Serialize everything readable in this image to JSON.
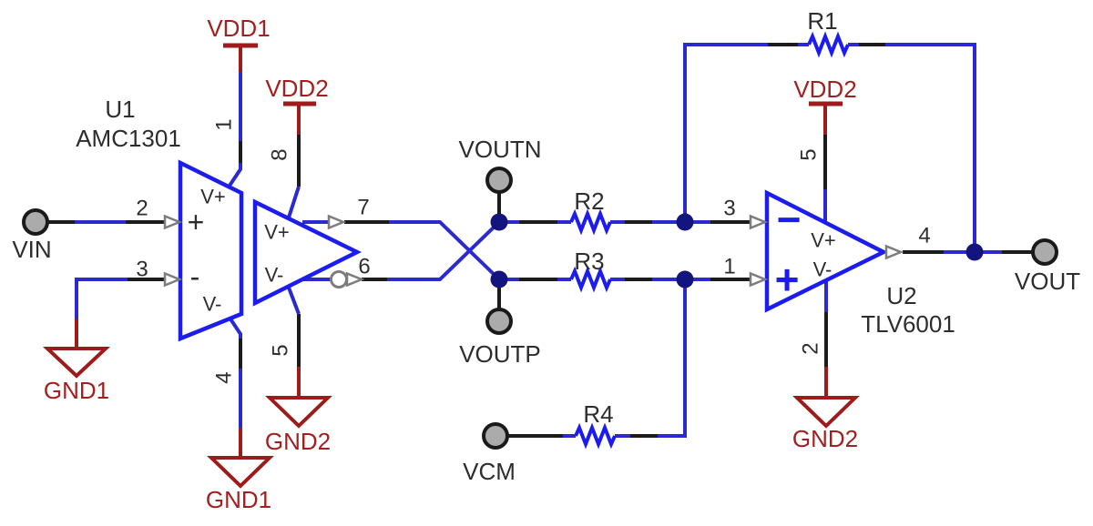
{
  "schematic": {
    "components": {
      "u1": {
        "designator": "U1",
        "part": "AMC1301",
        "labels": {
          "v_plus": "V+",
          "v_minus": "V-",
          "in_plus": "+",
          "in_minus": "-"
        },
        "pins": {
          "vdd1": "1",
          "vinp": "2",
          "vinn": "3",
          "gnd1": "4",
          "gnd2": "5",
          "voutn": "6",
          "voutp": "7",
          "vdd2": "8"
        }
      },
      "u2": {
        "designator": "U2",
        "part": "TLV6001",
        "labels": {
          "v_plus": "V+",
          "v_minus": "V-",
          "minus": "−",
          "plus": "+"
        },
        "pins": {
          "inp": "1",
          "gnd": "2",
          "inn": "3",
          "out": "4",
          "vdd": "5"
        }
      },
      "resistors": {
        "r1": "R1",
        "r2": "R2",
        "r3": "R3",
        "r4": "R4"
      }
    },
    "nets": {
      "vdd1": "VDD1",
      "vdd2": "VDD2",
      "gnd1": "GND1",
      "gnd2": "GND2"
    },
    "terminals": {
      "vin": "VIN",
      "vout": "VOUT",
      "voutn": "VOUTN",
      "voutp": "VOUTP",
      "vcm": "VCM"
    }
  },
  "colors": {
    "component_blue": "#1c1cee",
    "wire_blue": "#2a2acf",
    "wire_black": "#1b1b1b",
    "junction_navy": "#14147e",
    "power_red": "#9e1b1b",
    "label_red": "#a32020",
    "label_dark": "#2d2d2d",
    "terminal_gray": "#ababab",
    "arrow_gray": "#7d7d7d",
    "background": "#ffffff"
  }
}
